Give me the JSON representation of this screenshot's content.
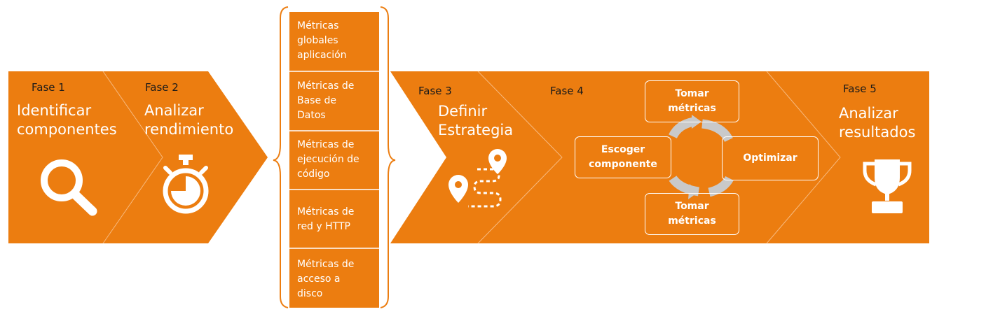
{
  "colors": {
    "orange": "#EC7D10",
    "white": "#FFFFFF",
    "arrow_gray": "#C4C4C4"
  },
  "phases": [
    {
      "label": "Fase 1",
      "title": "Identificar\ncomponentes",
      "icon": "magnifier-icon"
    },
    {
      "label": "Fase 2",
      "title": "Analizar\nrendimiento",
      "icon": "stopwatch-icon"
    },
    {
      "label": "Fase 3",
      "title": "Definir\nEstrategia",
      "icon": "route-map-icon"
    },
    {
      "label": "Fase 4",
      "title": "",
      "icon": ""
    },
    {
      "label": "Fase 5",
      "title": "Analizar\nresultados",
      "icon": "trophy-icon"
    }
  ],
  "metrics": [
    "Métricas\nglobales\naplicación",
    "Métricas de\nBase de\nDatos",
    "Métricas de\nejecución de\ncódigo",
    "Métricas de\nred y HTTP",
    "Métricas de\nacceso a\ndisco"
  ],
  "cycle": {
    "top": "Tomar\nmétricas",
    "left": "Escoger\ncomponente",
    "right": "Optimizar",
    "bottom": "Tomar\nmétricas"
  }
}
